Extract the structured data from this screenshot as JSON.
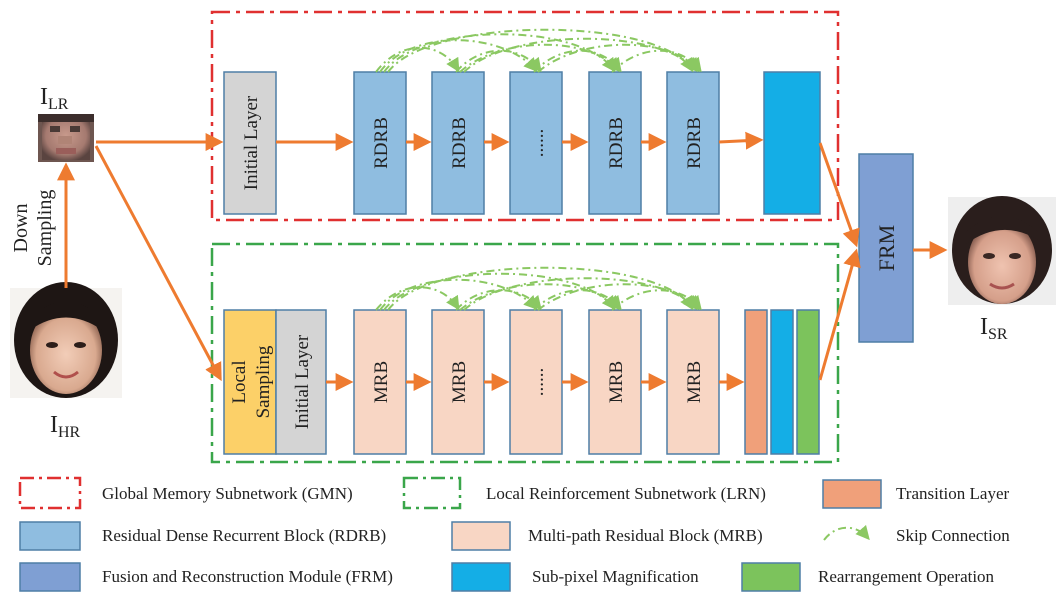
{
  "diagram": {
    "labels": {
      "ilr_main": "I",
      "ilr_sub": "LR",
      "ihr_main": "I",
      "ihr_sub": "HR",
      "isr_main": "I",
      "isr_sub": "SR",
      "down": "Down",
      "sampling": "Sampling"
    },
    "gmn": {
      "initial_layer": "Initial Layer",
      "blocks": [
        "RDRB",
        "RDRB",
        "......",
        "RDRB",
        "RDRB"
      ]
    },
    "lrn": {
      "local_sampling_1": "Local",
      "local_sampling_2": "Sampling",
      "initial_layer": "Initial Layer",
      "blocks": [
        "MRB",
        "MRB",
        "......",
        "MRB",
        "MRB"
      ]
    },
    "frm": "FRM"
  },
  "legend": [
    {
      "label": "Global Memory Subnetwork (GMN)"
    },
    {
      "label": "Local Reinforcement Subnetwork (LRN)"
    },
    {
      "label": "Transition Layer"
    },
    {
      "label": "Residual Dense Recurrent Block (RDRB)"
    },
    {
      "label": "Multi-path Residual Block (MRB)"
    },
    {
      "label": "Skip Connection"
    },
    {
      "label": "Fusion and Reconstruction Module (FRM)"
    },
    {
      "label": "Sub-pixel Magnification"
    },
    {
      "label": "Rearrangement Operation"
    }
  ],
  "colors": {
    "red_dash": "#e03030",
    "green_dash": "#3aa64a",
    "arrow": "#ee7b30",
    "rdrb_fill": "#8fbde0",
    "block_stroke": "#4f7ea6",
    "mrb_fill": "#f8d6c4",
    "initial_fill": "#d4d4d4",
    "local_fill": "#fcd068",
    "frm_fill": "#7f9fd3",
    "subpixel_fill": "#14aee6",
    "transition_fill": "#f0a07a",
    "rearrange_fill": "#7cc35c",
    "skip": "#8bc862"
  }
}
